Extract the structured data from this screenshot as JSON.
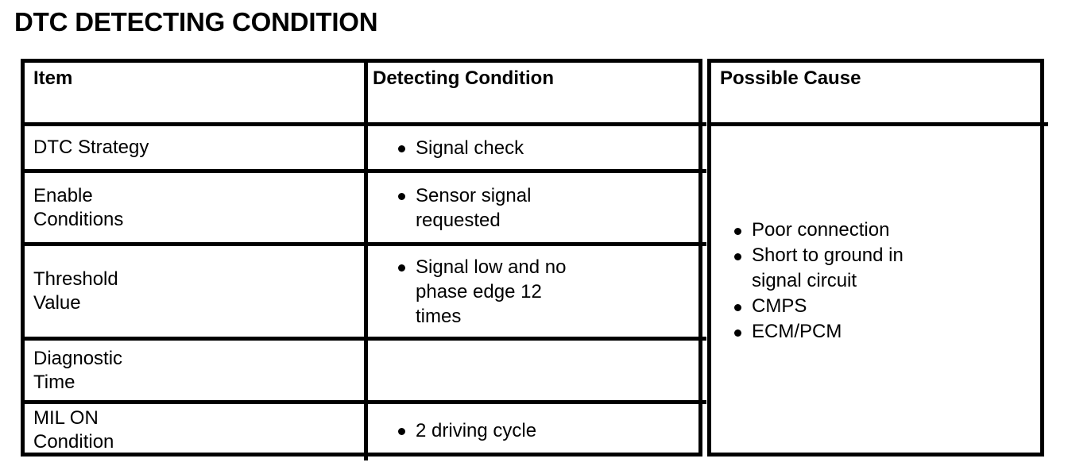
{
  "page": {
    "title": "DTC DETECTING CONDITION"
  },
  "table": {
    "headers": {
      "item": "Item",
      "detecting_condition": "Detecting Condition",
      "possible_cause": "Possible Cause"
    },
    "rows": [
      {
        "item": "DTC Strategy",
        "conditions": [
          "Signal check"
        ]
      },
      {
        "item": "Enable\nConditions",
        "conditions": [
          "Sensor signal\nrequested"
        ]
      },
      {
        "item": "Threshold\nValue",
        "conditions": [
          "Signal low and no\nphase edge    12\ntimes"
        ]
      },
      {
        "item": "Diagnostic\nTime",
        "conditions": []
      },
      {
        "item": "MIL ON\nCondition",
        "conditions": [
          "2 driving cycle"
        ]
      }
    ],
    "possible_causes": [
      "Poor connection",
      "Short to ground in\nsignal circuit",
      "CMPS",
      "ECM/PCM"
    ]
  },
  "colors": {
    "ink": "#000000",
    "paper": "#ffffff"
  }
}
